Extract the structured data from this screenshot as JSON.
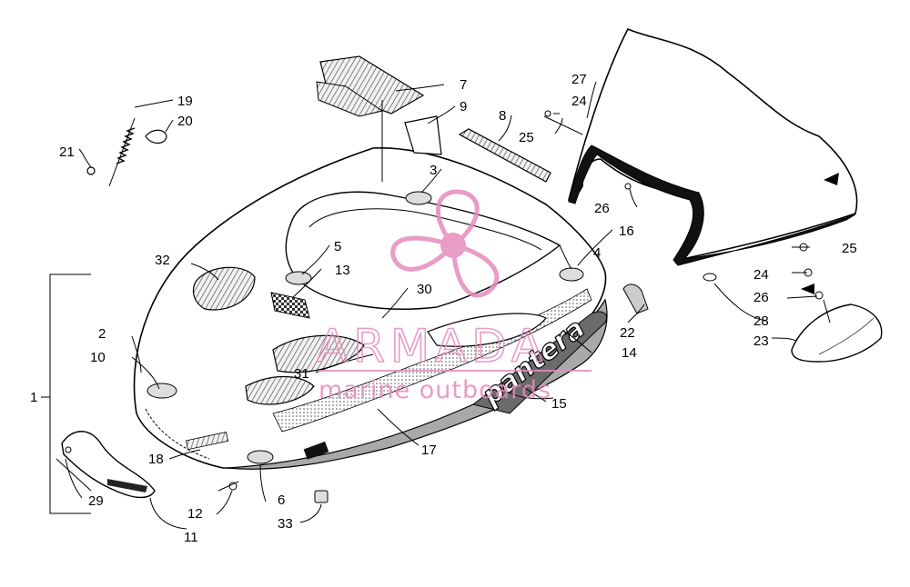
{
  "diagram": {
    "callouts": [
      "1",
      "2",
      "3",
      "4",
      "5",
      "6",
      "7",
      "8",
      "9",
      "10",
      "11",
      "12",
      "13",
      "14",
      "15",
      "16",
      "17",
      "18",
      "19",
      "20",
      "21",
      "22",
      "23",
      "24",
      "24",
      "25",
      "25",
      "26",
      "26",
      "27",
      "28",
      "29",
      "30",
      "31",
      "32",
      "33"
    ],
    "decal_text": "pantera"
  },
  "watermark": {
    "brand": "ARMADA",
    "tagline": "marine outboards",
    "color": "#e58bbd"
  }
}
